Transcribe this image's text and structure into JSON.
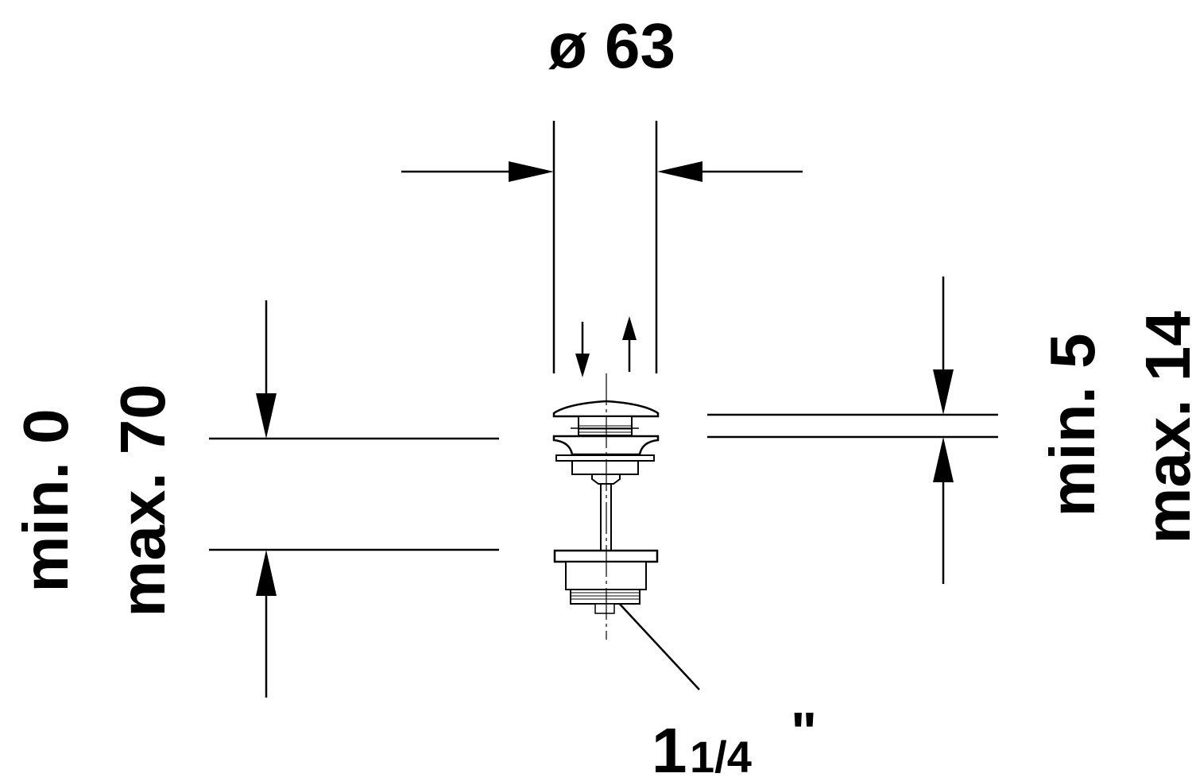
{
  "dimensions": {
    "diameter": "ø 63",
    "left_min": "min. 0",
    "left_max": "max. 70",
    "right_min": "min. 5",
    "right_max": "max. 14",
    "thread_whole": "1",
    "thread_fraction": "1/4",
    "thread_unit": "\""
  },
  "colors": {
    "ink": "#000000",
    "background": "#ffffff"
  }
}
